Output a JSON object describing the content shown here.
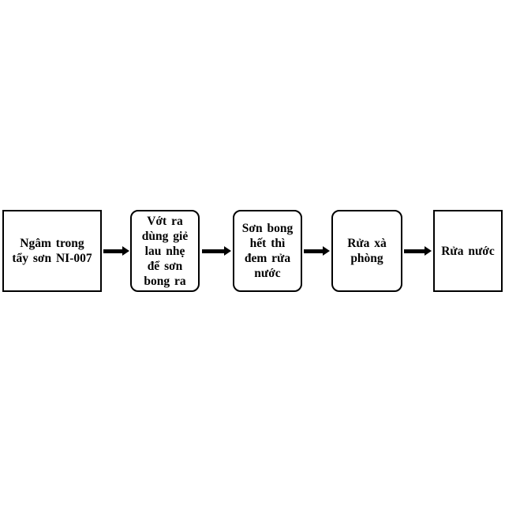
{
  "page": {
    "background_color": "#ffffff",
    "line_color": "#000000",
    "text_color": "#000000"
  },
  "flowchart": {
    "type": "process-flow",
    "direction": "left-to-right",
    "connector_icon": "arrow-right-icon",
    "steps": [
      {
        "label": "Ngâm trong\ntẩy sơn NI-007",
        "shape": "rectangle"
      },
      {
        "label": "Vớt ra\ndùng giẻ\nlau nhẹ\nđể sơn\nbong ra",
        "shape": "rounded-rectangle"
      },
      {
        "label": "Sơn bong\nhết thì\nđem rửa\nnước",
        "shape": "rounded-rectangle"
      },
      {
        "label": "Rửa xà\nphòng",
        "shape": "rounded-rectangle"
      },
      {
        "label": "Rửa nước",
        "shape": "rectangle"
      }
    ]
  }
}
